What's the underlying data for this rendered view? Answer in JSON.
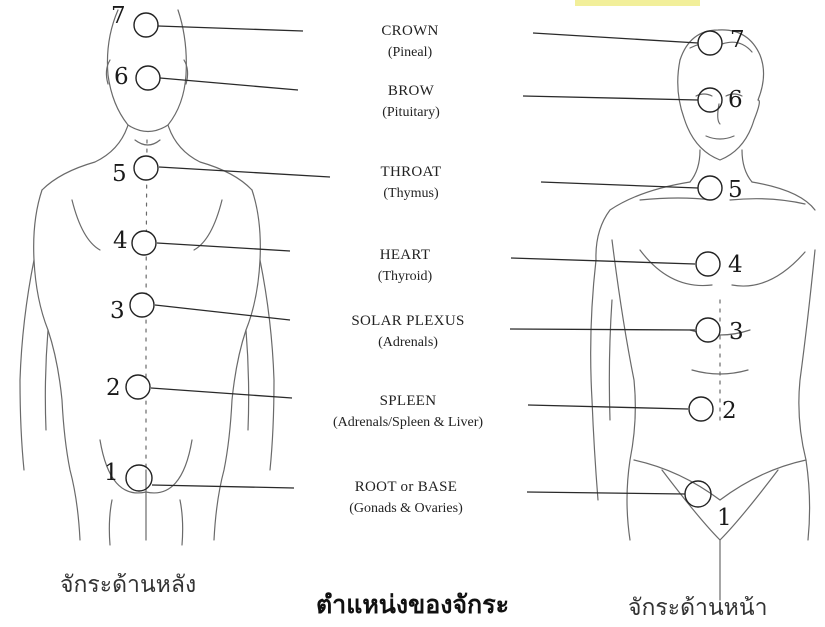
{
  "chakras": [
    {
      "number": "7",
      "name": "CROWN",
      "gland": "(Pineal)"
    },
    {
      "number": "6",
      "name": "BROW",
      "gland": "(Pituitary)"
    },
    {
      "number": "5",
      "name": "THROAT",
      "gland": "(Thymus)"
    },
    {
      "number": "4",
      "name": "HEART",
      "gland": "(Thyroid)"
    },
    {
      "number": "3",
      "name": "SOLAR PLEXUS",
      "gland": "(Adrenals)"
    },
    {
      "number": "2",
      "name": "SPLEEN",
      "gland": "(Adrenals/Spleen & Liver)"
    },
    {
      "number": "1",
      "name": "ROOT or BASE",
      "gland": "(Gonads & Ovaries)"
    }
  ],
  "back_view_caption": "จักระด้านหลัง",
  "front_view_caption": "จักระด้านหน้า",
  "title": "ตำแหน่งของจักระ",
  "colors": {
    "line": "#2a2a2a",
    "sketch": "#6a6a6a",
    "banner": "#f2ef9a"
  }
}
